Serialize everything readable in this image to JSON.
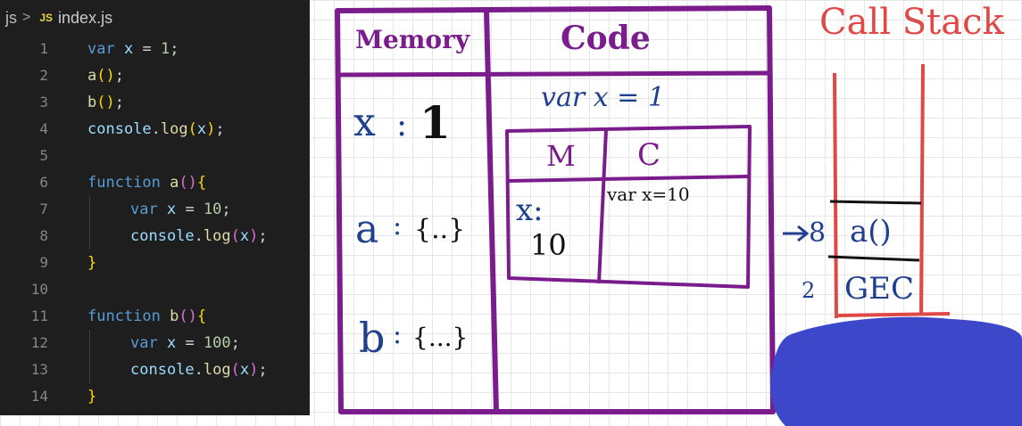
{
  "editor": {
    "breadcrumb_folder": "js",
    "breadcrumb_separator": ">",
    "file_icon": "JS",
    "file_name": "index.js",
    "lines": [
      {
        "num": "1",
        "indent": false,
        "guide": false,
        "tokens": [
          {
            "t": "var",
            "c": "kw"
          },
          {
            "t": " ",
            "c": "pl"
          },
          {
            "t": "x",
            "c": "var"
          },
          {
            "t": " = ",
            "c": "pl"
          },
          {
            "t": "1",
            "c": "num"
          },
          {
            "t": ";",
            "c": "pl"
          }
        ]
      },
      {
        "num": "2",
        "indent": false,
        "guide": false,
        "tokens": [
          {
            "t": "a",
            "c": "fn"
          },
          {
            "t": "()",
            "c": "br1"
          },
          {
            "t": ";",
            "c": "pl"
          }
        ]
      },
      {
        "num": "3",
        "indent": false,
        "guide": false,
        "tokens": [
          {
            "t": "b",
            "c": "fn"
          },
          {
            "t": "()",
            "c": "br1"
          },
          {
            "t": ";",
            "c": "pl"
          }
        ]
      },
      {
        "num": "4",
        "indent": false,
        "guide": false,
        "tokens": [
          {
            "t": "console",
            "c": "var"
          },
          {
            "t": ".",
            "c": "pl"
          },
          {
            "t": "log",
            "c": "fn"
          },
          {
            "t": "(",
            "c": "br1"
          },
          {
            "t": "x",
            "c": "var"
          },
          {
            "t": ")",
            "c": "br1"
          },
          {
            "t": ";",
            "c": "pl"
          }
        ]
      },
      {
        "num": "5",
        "indent": false,
        "guide": false,
        "tokens": []
      },
      {
        "num": "6",
        "indent": false,
        "guide": false,
        "tokens": [
          {
            "t": "function",
            "c": "kw"
          },
          {
            "t": " ",
            "c": "pl"
          },
          {
            "t": "a",
            "c": "fn"
          },
          {
            "t": "()",
            "c": "br2"
          },
          {
            "t": "{",
            "c": "br1"
          }
        ]
      },
      {
        "num": "7",
        "indent": true,
        "guide": true,
        "tokens": [
          {
            "t": "var",
            "c": "kw"
          },
          {
            "t": " ",
            "c": "pl"
          },
          {
            "t": "x",
            "c": "var"
          },
          {
            "t": " = ",
            "c": "pl"
          },
          {
            "t": "10",
            "c": "num"
          },
          {
            "t": ";",
            "c": "pl"
          }
        ]
      },
      {
        "num": "8",
        "indent": true,
        "guide": true,
        "tokens": [
          {
            "t": "console",
            "c": "var"
          },
          {
            "t": ".",
            "c": "pl"
          },
          {
            "t": "log",
            "c": "fn"
          },
          {
            "t": "(",
            "c": "br2"
          },
          {
            "t": "x",
            "c": "var"
          },
          {
            "t": ")",
            "c": "br2"
          },
          {
            "t": ";",
            "c": "pl"
          }
        ]
      },
      {
        "num": "9",
        "indent": false,
        "guide": false,
        "tokens": [
          {
            "t": "}",
            "c": "br1"
          }
        ]
      },
      {
        "num": "10",
        "indent": false,
        "guide": false,
        "tokens": []
      },
      {
        "num": "11",
        "indent": false,
        "guide": false,
        "tokens": [
          {
            "t": "function",
            "c": "kw"
          },
          {
            "t": " ",
            "c": "pl"
          },
          {
            "t": "b",
            "c": "fn"
          },
          {
            "t": "()",
            "c": "br2"
          },
          {
            "t": "{",
            "c": "br1"
          }
        ]
      },
      {
        "num": "12",
        "indent": true,
        "guide": true,
        "tokens": [
          {
            "t": "var",
            "c": "kw"
          },
          {
            "t": " ",
            "c": "pl"
          },
          {
            "t": "x",
            "c": "var"
          },
          {
            "t": " = ",
            "c": "pl"
          },
          {
            "t": "100",
            "c": "num"
          },
          {
            "t": ";",
            "c": "pl"
          }
        ]
      },
      {
        "num": "13",
        "indent": true,
        "guide": true,
        "tokens": [
          {
            "t": "console",
            "c": "var"
          },
          {
            "t": ".",
            "c": "pl"
          },
          {
            "t": "log",
            "c": "fn"
          },
          {
            "t": "(",
            "c": "br2"
          },
          {
            "t": "x",
            "c": "var"
          },
          {
            "t": ")",
            "c": "br2"
          },
          {
            "t": ";",
            "c": "pl"
          }
        ]
      },
      {
        "num": "14",
        "indent": false,
        "guide": false,
        "tokens": [
          {
            "t": "}",
            "c": "br1"
          }
        ]
      }
    ]
  },
  "global_context": {
    "memory_header": "Memory",
    "code_header": "Code",
    "memory_entries": [
      {
        "key": "x",
        "sep": ":",
        "value": "1"
      },
      {
        "key": "a",
        "sep": ":",
        "value": "{..}"
      },
      {
        "key": "b",
        "sep": ":",
        "value": "{...}"
      }
    ],
    "code_line": "var x = 1"
  },
  "function_context": {
    "memory_header": "M",
    "code_header": "C",
    "memory_key": "x:",
    "memory_value": "10",
    "code_line": "var x=10"
  },
  "call_stack": {
    "title": "Call Stack",
    "frames": [
      {
        "label": "a()",
        "index": "8",
        "arrow": "→"
      },
      {
        "label": "GEC",
        "index": "2",
        "arrow": ""
      }
    ]
  },
  "colors": {
    "editor_bg": "#1e1e1e",
    "context_ink": "#7a1c8c",
    "value_ink": "#1f3f8f",
    "stack_ink": "#e04848",
    "blot": "#3d47c9"
  }
}
